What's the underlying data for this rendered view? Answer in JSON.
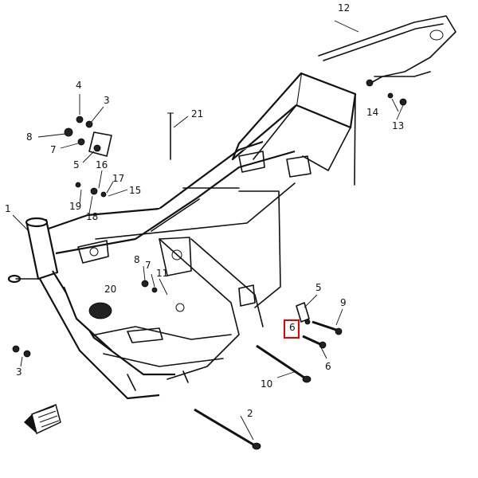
{
  "diagram": {
    "callouts": {
      "c1": "1",
      "c2": "2",
      "c3a": "3",
      "c3b": "3",
      "c4": "4",
      "c5a": "5",
      "c5b": "5",
      "c6a": "6",
      "c6b": "6",
      "c7a": "7",
      "c7b": "7",
      "c8a": "8",
      "c8b": "8",
      "c9": "9",
      "c10": "10",
      "c11": "11",
      "c12": "12",
      "c13": "13",
      "c14": "14",
      "c15": "15",
      "c16": "16",
      "c17": "17",
      "c18": "18",
      "c19": "19",
      "c20": "20",
      "c21": "21"
    },
    "highlight_color": "#e60000"
  }
}
